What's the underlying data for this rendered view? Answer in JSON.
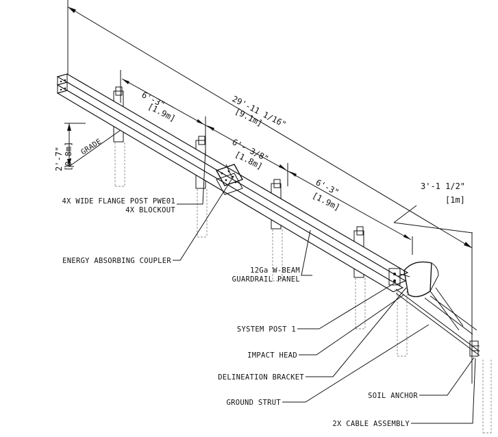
{
  "dimensions": {
    "overall_ft": "29'-11 1/16\"",
    "overall_m": "[9.1m]",
    "span_a_ft": "6'-3\"",
    "span_a_m": "[1.9m]",
    "span_b_ft": "6'- 3/8\"",
    "span_b_m": "[1.8m]",
    "span_c_ft": "6'-3\"",
    "span_c_m": "[1.9m]",
    "end_ft": "3'-1 1/2\"",
    "end_m": "[1m]",
    "height_ft": "2'-7\"",
    "height_m": "[0.8m]",
    "grade": "GRADE"
  },
  "labels": {
    "post": "4X WIDE FLANGE POST PWE01",
    "blockout": "4X BLOCKOUT",
    "coupler": "ENERGY ABSORBING COUPLER",
    "panel_line1": "12Ga W-BEAM",
    "panel_line2": "GUARDRAIL PANEL",
    "system_post": "SYSTEM POST 1",
    "impact_head": "IMPACT HEAD",
    "delineation": "DELINEATION BRACKET",
    "ground_strut": "GROUND STRUT",
    "soil_anchor": "SOIL ANCHOR",
    "cable": "2X CABLE ASSEMBLY"
  }
}
